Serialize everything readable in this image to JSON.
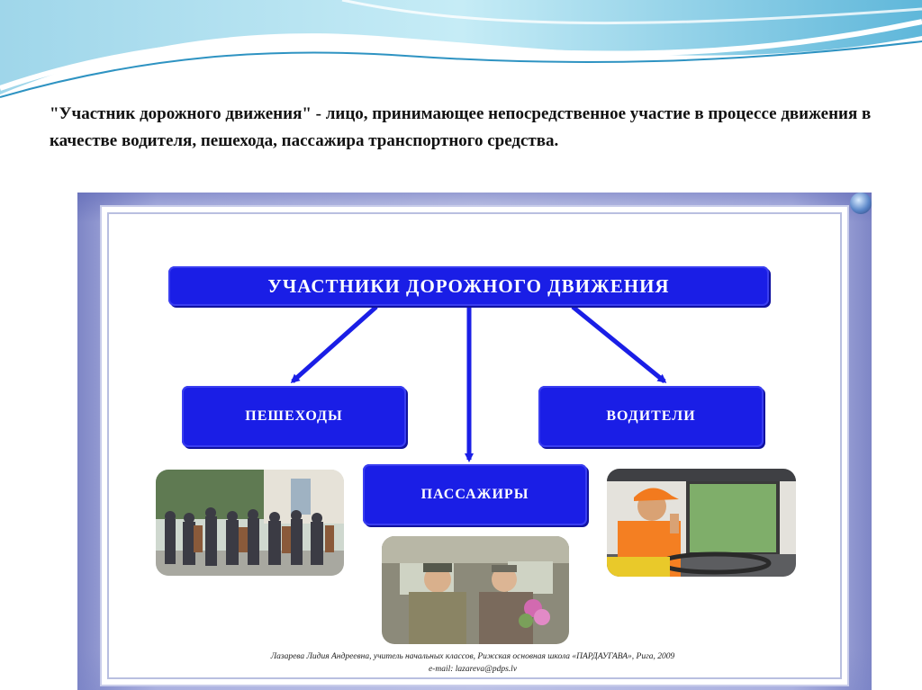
{
  "definition": {
    "text": "\"Участник дорожного движения\" - лицо, принимающее непосредственное участие в процессе движения в качестве водителя, пешехода, пассажира транспортного средства."
  },
  "diagram": {
    "title": "УЧАСТНИКИ ДОРОЖНОГО ДВИЖЕНИЯ",
    "nodes": {
      "pedestrians": "ПЕШЕХОДЫ",
      "passengers": "ПАССАЖИРЫ",
      "drivers": "ВОДИТЕЛИ"
    },
    "box_color": "#1a1ee6",
    "arrow_color": "#1a1ee6"
  },
  "credits": {
    "author": "Лазарева Лидия Андреевна, учитель начальных классов, Рижская основная школа «ПАРДАУГАВА», Рига, 2009",
    "email": "e-mail: lazareva@pdps.lv"
  }
}
